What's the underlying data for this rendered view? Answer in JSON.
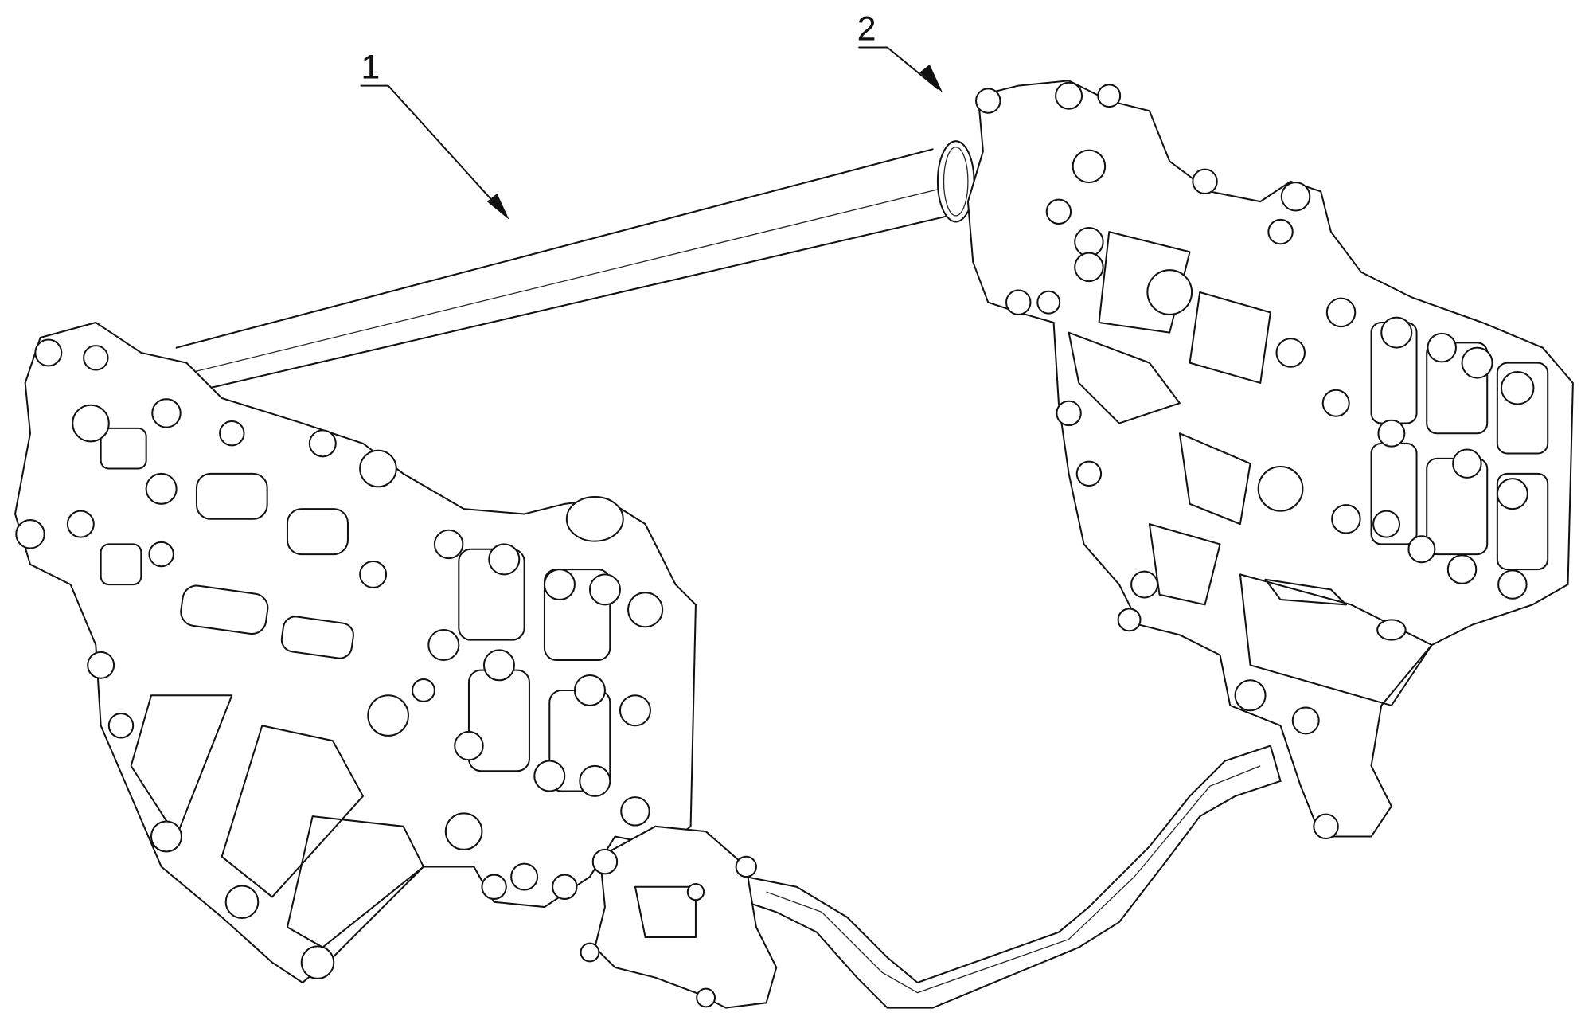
{
  "figure": {
    "callouts": [
      {
        "id": "callout-1",
        "text": "1"
      },
      {
        "id": "callout-2",
        "text": "2"
      }
    ]
  }
}
